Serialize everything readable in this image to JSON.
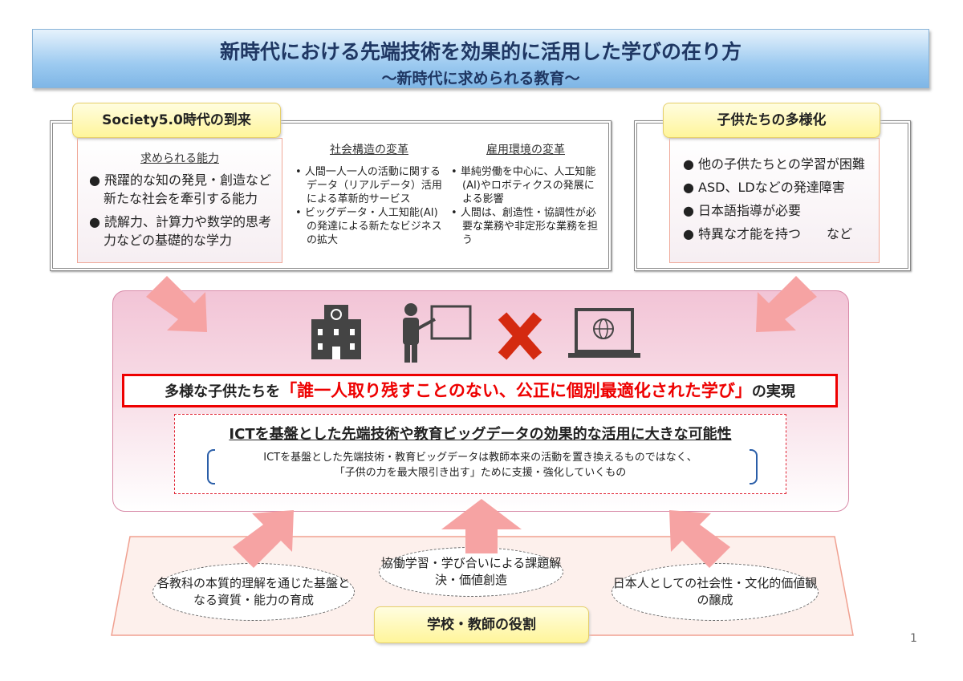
{
  "title": {
    "main": "新時代における先端技術を効果的に活用した学びの在り方",
    "sub": "～新時代に求められる教育～"
  },
  "society": {
    "label": "Society5.0時代の到来",
    "abilities": {
      "heading": "求められる能力",
      "items": [
        "飛躍的な知の発見・創造など新たな社会を牽引する能力",
        "読解力、計算力や数学的思考力などの基礎的な学力"
      ]
    },
    "social": {
      "heading": "社会構造の変革",
      "items": [
        "人間一人一人の活動に関するデータ（リアルデータ）活用による革新的サービス",
        "ビッグデータ・人工知能(AI)の発達による新たなビジネスの拡大"
      ]
    },
    "employment": {
      "heading": "雇用環境の変革",
      "items": [
        "単純労働を中心に、人工知能(AI)やロボティクスの発展による影響",
        "人間は、創造性・協調性が必要な業務や非定形な業務を担う"
      ]
    }
  },
  "diversity": {
    "label": "子供たちの多様化",
    "items": [
      "他の子供たちとの学習が困難",
      "ASD、LDなどの発達障害",
      "日本語指導が必要",
      "特異な才能を持つ　　など"
    ]
  },
  "center": {
    "goal_prefix": "多様な子供たちを",
    "goal_emphasis": "「誰一人取り残すことのない、公正に個別最適化された学び」",
    "goal_suffix": "の実現",
    "possibility": "ICTを基盤とした先端技術や教育ビッグデータの効果的な活用に大きな可能性",
    "note_line1": "ICTを基盤とした先端技術・教育ビッグデータは教師本来の活動を置き換えるものではなく、",
    "note_line2": "「子供の力を最大限引き出す」ために支援・強化していくもの"
  },
  "roles": {
    "label": "学校・教師の役割",
    "items": [
      "各教科の本質的理解を通じた基盤となる資質・能力の育成",
      "協働学習・学び合いによる課題解決・価値創造",
      "日本人としての社会性・文化的価値観の醸成"
    ]
  },
  "page_number": "1",
  "colors": {
    "arrow": "#f6a3a3",
    "cross": "#d42a10",
    "title_text": "#1f3763",
    "emphasis": "#e00000"
  }
}
